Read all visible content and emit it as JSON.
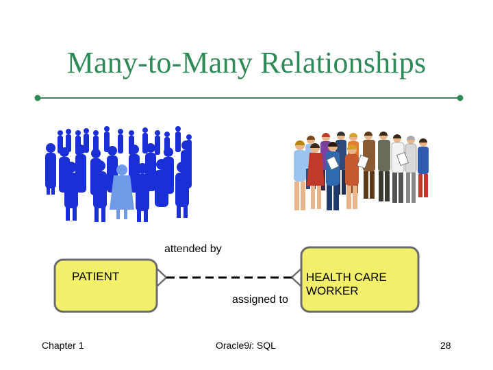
{
  "slide": {
    "title": "Many-to-Many Relationships"
  },
  "diagram": {
    "entities": [
      {
        "name": "PATIENT",
        "fill": "#f2ef6a"
      },
      {
        "name": "HEALTH CARE\nWORKER",
        "fill": "#f2ef6a"
      }
    ],
    "relationship": {
      "top_label": "attended by",
      "bottom_label": "assigned to",
      "line_style": "dashed",
      "cardinality": "many-to-many"
    },
    "images": [
      {
        "icon": "crowd-silhouettes",
        "color": "#1b2fd6"
      },
      {
        "icon": "health-care-workers-group",
        "color": "#3a5fc4"
      }
    ]
  },
  "footer": {
    "left": "Chapter 1",
    "center": "Oracle9i: SQL",
    "right": "28"
  },
  "colors": {
    "title": "#2e8b57",
    "rule": "#2e8b57",
    "entity_fill": "#f2ef6a",
    "entity_border": "#6b6b6b",
    "line": "#000000"
  }
}
